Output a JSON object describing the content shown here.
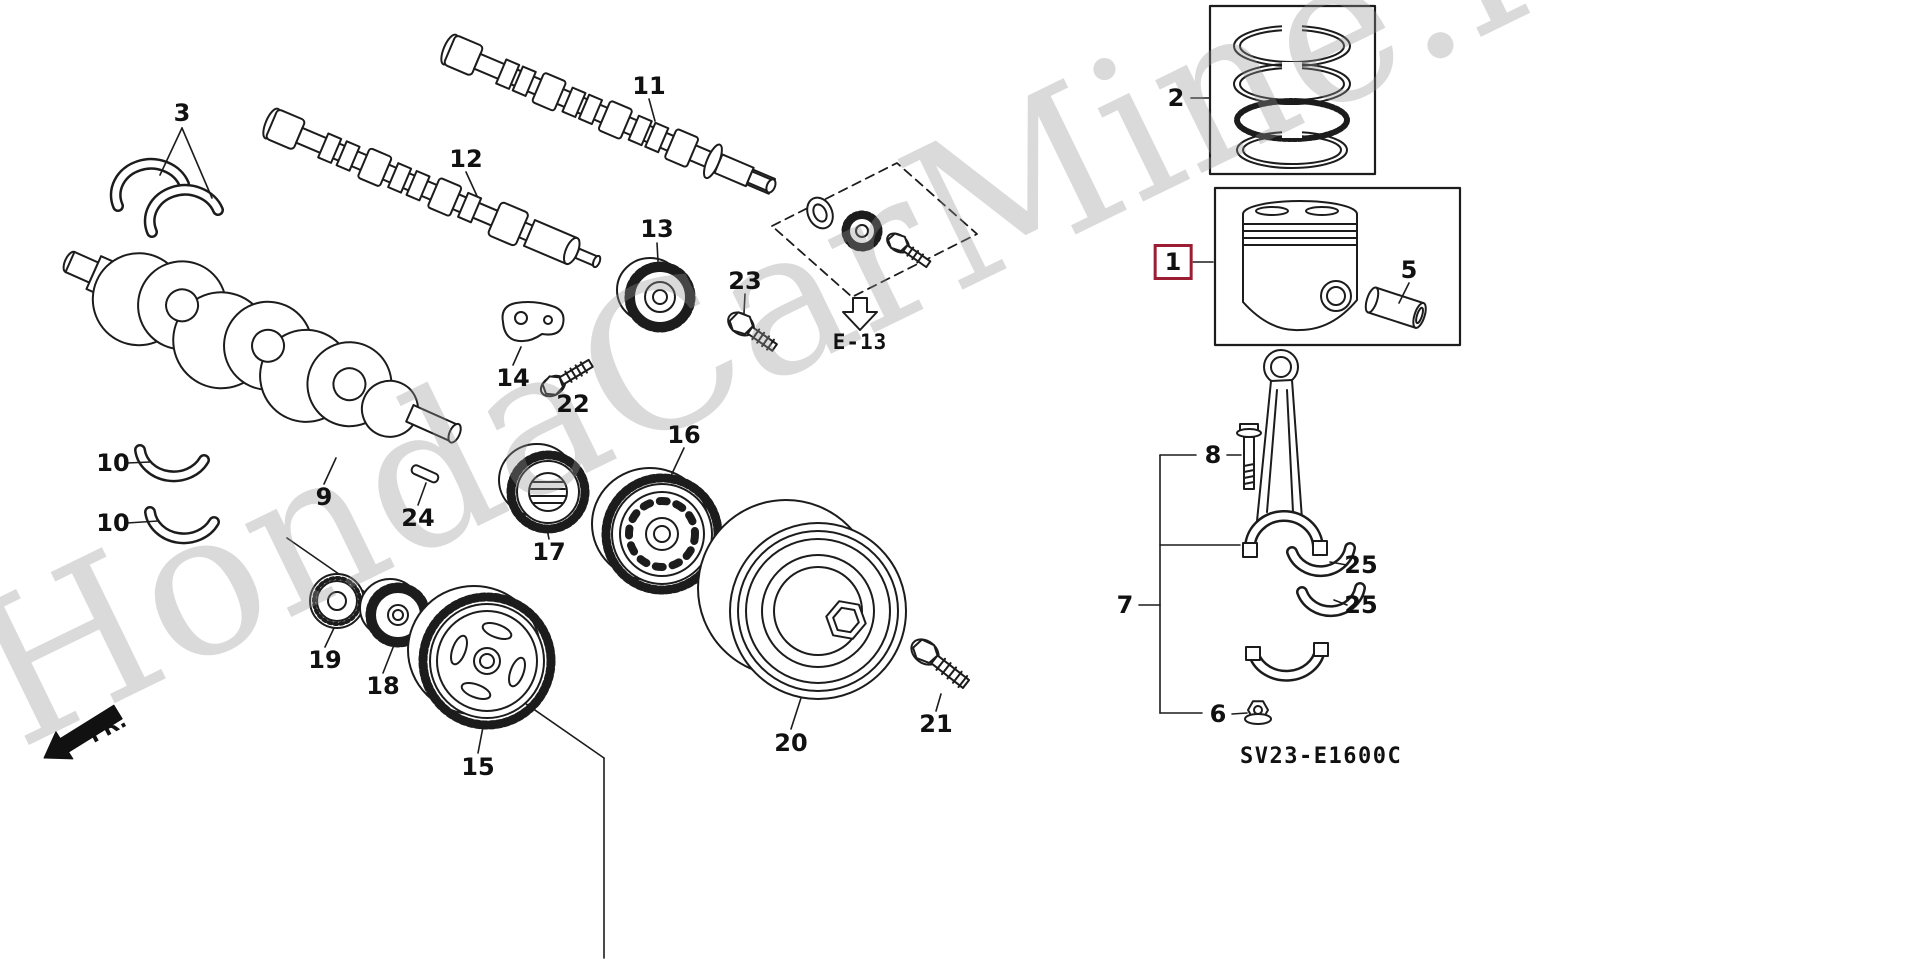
{
  "watermark": "HondaCarMine.ru",
  "diagram_code": "SV23-E1600C",
  "fr_label": "FR.",
  "e13_label": "E-13",
  "colors": {
    "highlight_box": "#9b1d33",
    "line_art": "#1c1c1c",
    "watermark_gray": "#969696",
    "background": "#ffffff"
  },
  "parts": {
    "n1": "1",
    "n2": "2",
    "n3": "3",
    "n5": "5",
    "n6": "6",
    "n7": "7",
    "n8": "8",
    "n9": "9",
    "n10": "10",
    "n11": "11",
    "n12": "12",
    "n13": "13",
    "n14": "14",
    "n15": "15",
    "n16": "16",
    "n17": "17",
    "n18": "18",
    "n19": "19",
    "n20": "20",
    "n21": "21",
    "n22": "22",
    "n23": "23",
    "n24": "24",
    "n25": "25"
  }
}
